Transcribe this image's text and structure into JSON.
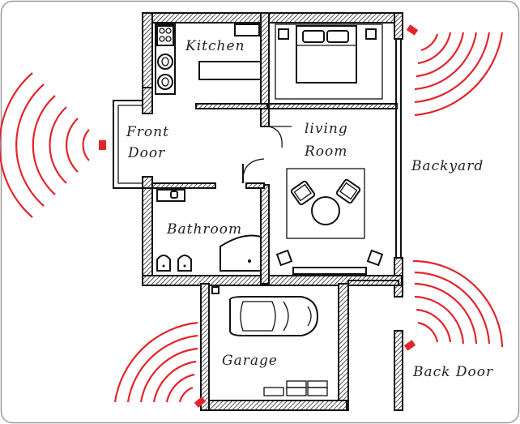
{
  "labels": {
    "kitchen": "Kitchen",
    "front_door_line1": "Front",
    "front_door_line2": "Door",
    "living_line1": "living",
    "living_line2": "Room",
    "backyard": "Backyard",
    "bathroom": "Bathroom",
    "garage": "Garage",
    "back_door": "Back Door"
  },
  "colors": {
    "sensor": "#e2262b",
    "line": "#111111",
    "frame": "#9a9a9a"
  }
}
